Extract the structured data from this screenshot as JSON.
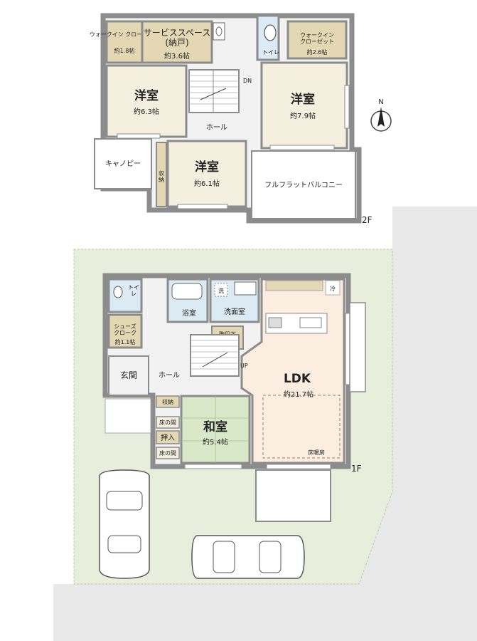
{
  "floor2": {
    "level": "2F",
    "rooms": {
      "wic_left": {
        "name": "ウォークイン\nクローゼット",
        "size": "約1.8帖"
      },
      "service": {
        "name": "サービススペース\n(納戸)",
        "size": "約3.6帖"
      },
      "toilet": {
        "name": "トイレ"
      },
      "wic_right": {
        "name": "ウォークイン\nクローゼット",
        "size": "約2.6帖"
      },
      "western_left": {
        "name": "洋室",
        "size": "約6.3帖"
      },
      "western_right": {
        "name": "洋室",
        "size": "約7.9帖"
      },
      "hall": {
        "name": "ホール"
      },
      "stair_dn": {
        "name": "DN"
      },
      "canopy": {
        "name": "キャノピー"
      },
      "storage": {
        "name": "収\n納"
      },
      "western_center": {
        "name": "洋室",
        "size": "約6.1帖"
      },
      "balcony": {
        "name": "フルフラットバルコニー"
      }
    }
  },
  "floor1": {
    "level": "1F",
    "rooms": {
      "toilet": {
        "name": "トイ\nレ"
      },
      "bath": {
        "name": "浴室"
      },
      "wash_mark": {
        "name": "洗"
      },
      "washroom": {
        "name": "洗面室"
      },
      "fridge": {
        "name": "冷"
      },
      "shoes": {
        "name": "シューズ\nクローク",
        "size": "約1.1帖"
      },
      "under_stairs": {
        "name": "階段下\n収納"
      },
      "stair_up": {
        "name": "UP"
      },
      "entrance": {
        "name": "玄関"
      },
      "hall": {
        "name": "ホール"
      },
      "ldk": {
        "name": "LDK",
        "size": "約21.7帖"
      },
      "storage": {
        "name": "収納"
      },
      "tokonoma1": {
        "name": "床の間"
      },
      "oshiire": {
        "name": "押入"
      },
      "tokonoma2": {
        "name": "床の間"
      },
      "washitsu": {
        "name": "和室",
        "size": "約5.4帖"
      },
      "floor_heating": {
        "name": "床暖房"
      }
    }
  },
  "compass": {
    "north": "N"
  },
  "colors": {
    "wall": "#8c8c8c",
    "room_western": "#f5efdf",
    "closet": "#e4d7b3",
    "ldk": "#fbeee0",
    "tatami": "#d9e8c8",
    "wet_area": "#dbeaf3",
    "lot": "#e7efdc",
    "road": "#e9e9e9"
  }
}
